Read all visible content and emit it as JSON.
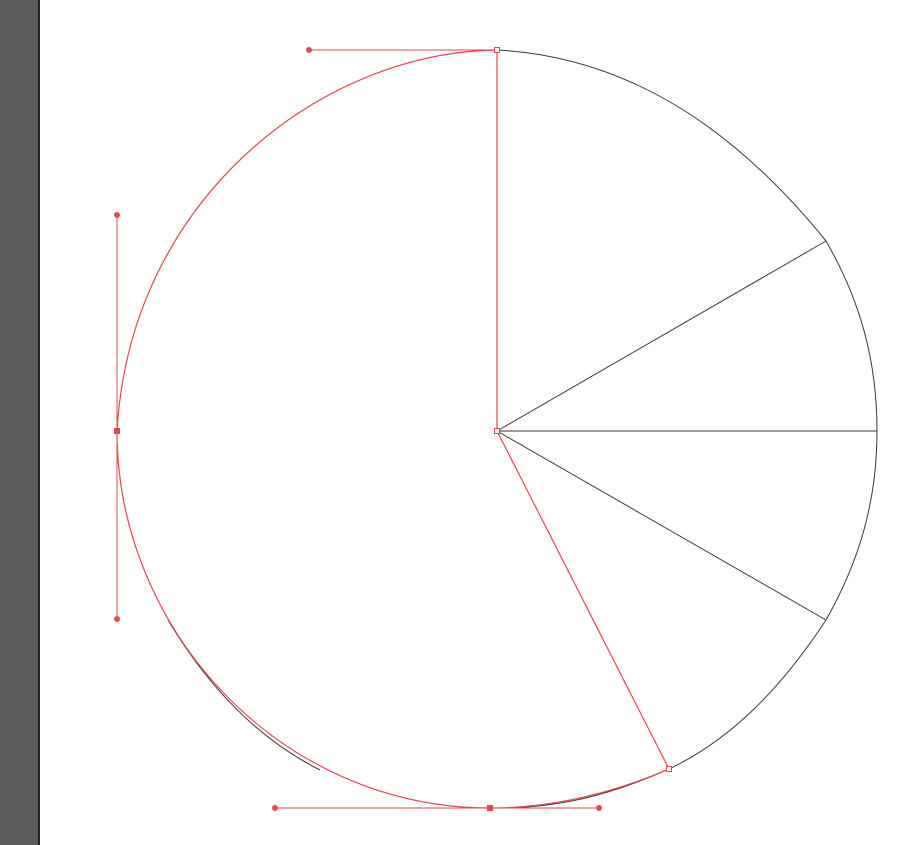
{
  "colors": {
    "panel_background": "#5b5b5b",
    "panel_border": "#262626",
    "artboard": "#ffffff",
    "path_stroke": "#3a3a3a",
    "selection": "#e8474b"
  },
  "tool": {
    "mode": "direct-selection",
    "selected_object": "pie-slice",
    "shape": "pie-divided-into-slices",
    "selected_anchor_points": 4
  }
}
